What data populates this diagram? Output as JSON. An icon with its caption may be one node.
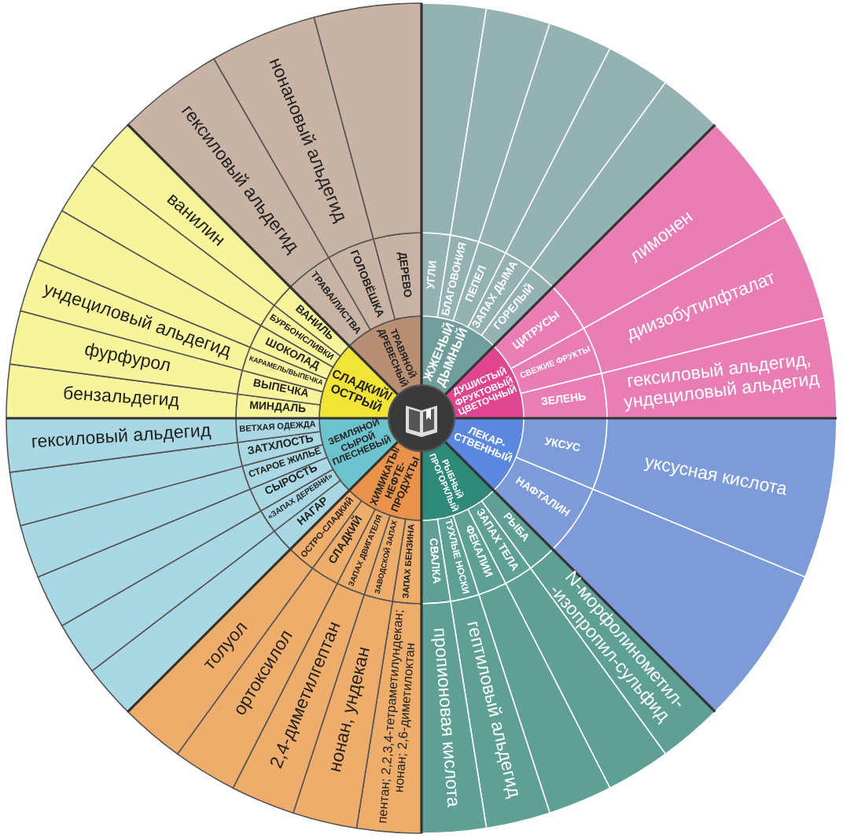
{
  "diagram": {
    "nodes": [
      {
        "text": [
          "ЖЖЕНЫЙ ДЫМНЫЙ"
        ]
      },
      {
        "text": [
          "УГЛИ"
        ]
      },
      {
        "text": [
          "БЛАГОВОНИЯ"
        ]
      },
      {
        "text": [
          "ПЕПЕЛ"
        ]
      },
      {
        "text": [
          "ЗАПАХ ДЫМА"
        ]
      },
      {
        "text": [
          "ГОРЕЛЫЙ"
        ]
      },
      {
        "text": [],
        "shape": "wedge"
      },
      {
        "text": [],
        "shape": "wedge"
      },
      {
        "text": [],
        "shape": "wedge"
      },
      {
        "text": [],
        "shape": "wedge"
      },
      {
        "text": [],
        "shape": "wedge"
      },
      {
        "text": [
          "ДУШИСТЫЙ ФРУКТОВЫЙ ЦВЕТОЧНЫЙ"
        ]
      },
      {
        "text": [
          "ЦИТРУСЫ"
        ]
      },
      {
        "text": [
          "СВЕЖИЕ ФРУКТЫ"
        ]
      },
      {
        "text": [
          "ЗЕЛЕНЬ"
        ]
      },
      {
        "text": [
          "лимонен"
        ]
      },
      {
        "text": [
          "диизобутилфталат"
        ]
      },
      {
        "text": [
          "гексиловый альдегид, ундециловый альдегид"
        ]
      },
      {
        "text": [
          "ЛЕКАР- СТВЕННЫЙ"
        ]
      },
      {
        "text": [
          "УКСУС"
        ]
      },
      {
        "text": [
          "НАФТАЛИН"
        ]
      },
      {
        "text": [
          "уксусная кислота"
        ]
      },
      {
        "text": [],
        "shape": "wedge"
      },
      {
        "text": [
          "РЫБНЫЙ ПРОГОРКЛЫЙ"
        ]
      },
      {
        "text": [
          "РЫБА"
        ]
      },
      {
        "text": [
          "ЗАПАХ ТЕЛА"
        ]
      },
      {
        "text": [
          "ФЕКАЛИИ"
        ]
      },
      {
        "text": [
          "ТУХЛЫЕ НОСКИ"
        ]
      },
      {
        "text": [
          "СВАЛКА"
        ]
      },
      {
        "text": [
          "N-морфолинометил- -изопропил-сульфид"
        ]
      },
      {
        "text": [],
        "shape": "wedge"
      },
      {
        "text": [],
        "shape": "wedge"
      },
      {
        "text": [
          "гептиловый альдегид"
        ]
      },
      {
        "text": [
          "пропионовая кислота"
        ]
      },
      {
        "text": [
          "ХИМИКАТЫ/ НЕФТЕ- ПРОДУКТЫ"
        ]
      },
      {
        "text": [
          "ЗАПАХ БЕНЗИНА"
        ]
      },
      {
        "text": [
          "ЗАВОДСКОЙ ЗАПАХ"
        ]
      },
      {
        "text": [
          "ЗАПАХ ДВИГАТЕЛЯ"
        ]
      },
      {
        "text": [
          "СЛАДКИЙ"
        ]
      },
      {
        "text": [
          "ОСТРО-СЛАДКИЙ"
        ]
      },
      {
        "text": [
          "пентан; 2,2,3,4-тетраметилундекан; нонан; 2,6-диметилоктан"
        ]
      },
      {
        "text": [
          "нонан, ундекан"
        ]
      },
      {
        "text": [
          "2,4-диметилгептан"
        ]
      },
      {
        "text": [
          "ортоксилол"
        ]
      },
      {
        "text": [
          "толуол"
        ]
      },
      {
        "text": [
          "ЗЕМЛЯНОЙ СЫРОЙ ПЛЕСНЕВЫЙ"
        ]
      },
      {
        "text": [
          "НАГАР"
        ]
      },
      {
        "text": [
          "«ЗАПАХ ДЕРЕВНИ»"
        ]
      },
      {
        "text": [
          "СЫРОСТЬ"
        ]
      },
      {
        "text": [
          "СТАРОЕ ЖИЛЬЁ"
        ]
      },
      {
        "text": [
          "ЗАТХЛОСТЬ"
        ]
      },
      {
        "text": [
          "ВЕТХАЯ ОДЕЖДА"
        ]
      },
      {
        "text": [],
        "shape": "wedge"
      },
      {
        "text": [],
        "shape": "wedge"
      },
      {
        "text": [],
        "shape": "wedge"
      },
      {
        "text": [],
        "shape": "wedge"
      },
      {
        "text": [],
        "shape": "wedge"
      },
      {
        "text": [
          "гексиловый альдегид"
        ]
      },
      {
        "text": [
          "СЛАДКИЙ/ ОСТРЫЙ"
        ]
      },
      {
        "text": [
          "МИНДАЛЬ"
        ]
      },
      {
        "text": [
          "ВЫПЕЧКА"
        ]
      },
      {
        "text": [
          "КАРАМЕЛЬ/ВЫПЕЧКА"
        ]
      },
      {
        "text": [
          "ШОКОЛАД"
        ]
      },
      {
        "text": [
          "БУРБОН/СЛИВКИ"
        ]
      },
      {
        "text": [
          "ВАНИЛЬ"
        ]
      },
      {
        "text": [
          "бензальдегид"
        ]
      },
      {
        "text": [
          "фурфурол"
        ]
      },
      {
        "text": [
          "ундециловый альдегид"
        ]
      },
      {
        "text": [],
        "shape": "wedge"
      },
      {
        "text": [],
        "shape": "wedge"
      },
      {
        "text": [
          "ванилин"
        ]
      },
      {
        "text": [
          "ТРАВЯНОЙ ДРЕВЕСНЫЙ"
        ]
      },
      {
        "text": [
          "ТРАВА/ЛИСТВА"
        ]
      },
      {
        "text": [
          "ГОЛОВЁШКА"
        ]
      },
      {
        "text": [
          "ДЕРЕВО"
        ]
      },
      {
        "text": [
          "гексиловый альдегид"
        ]
      },
      {
        "text": [
          "нонановый альдегид"
        ]
      },
      {
        "text": [],
        "shape": "wedge"
      }
    ]
  }
}
